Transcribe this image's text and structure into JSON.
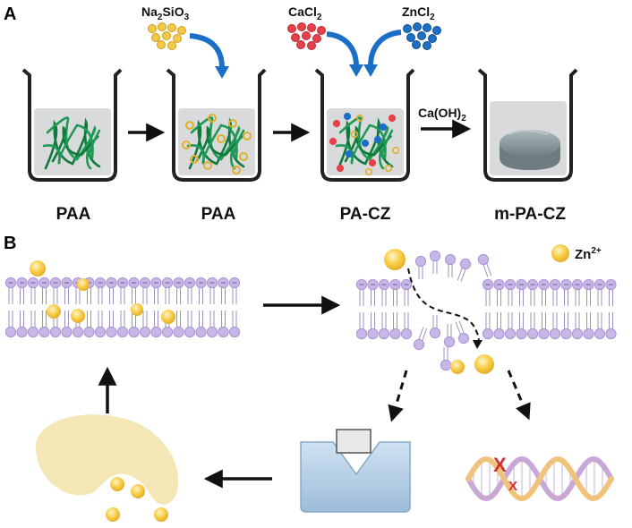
{
  "panel_a": {
    "letter": "A",
    "beakers": [
      {
        "label": "PAA"
      },
      {
        "label": "PAA"
      },
      {
        "label": "PA-CZ"
      },
      {
        "label": "m-PA-CZ"
      }
    ],
    "reagents": {
      "na2sio3": {
        "main": "Na",
        "sub1": "2",
        "mid": "SiO",
        "sub2": "3"
      },
      "cacl2": {
        "main": "CaCl",
        "sub": "2"
      },
      "zncl2": {
        "main": "ZnCl",
        "sub": "2"
      },
      "caoh2": {
        "main": "Ca(OH)",
        "sub": "2"
      }
    },
    "colors": {
      "gel_fiber": "#1f9a55",
      "gel_fiber_dark": "#0f7a3c",
      "silicate_particle": "#f3c94a",
      "calcium_particle": "#e6404a",
      "zinc_particle": "#1d6fc7",
      "arrow_blue": "#1b6fc6",
      "hydrogel": "#7f9094"
    }
  },
  "panel_b": {
    "letter": "B",
    "legend": {
      "ion": "Zn",
      "charge": "2+"
    },
    "colors": {
      "lipid_head": "#c7b6e6",
      "lipid_head_stroke": "#a794d3",
      "zinc_ion": "#f7cb42",
      "cell": "#f2e3a8",
      "enzyme": "#b8d3ea",
      "dna_strand_a": "#c9a8d8",
      "dna_strand_b": "#f0c37a",
      "dna_damage": "#d23030"
    }
  }
}
